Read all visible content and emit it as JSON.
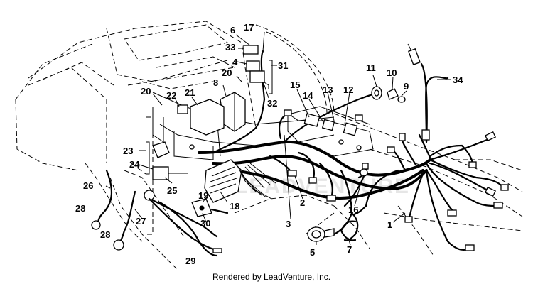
{
  "callouts": {
    "c1": "1",
    "c2": "2",
    "c3": "3",
    "c4": "4",
    "c5": "5",
    "c6": "6",
    "c7": "7",
    "c8": "8",
    "c9": "9",
    "c10": "10",
    "c11": "11",
    "c12": "12",
    "c13": "13",
    "c14": "14",
    "c15": "15",
    "c16": "16",
    "c17": "17",
    "c18": "18",
    "c19": "19",
    "c20a": "20",
    "c20b": "20",
    "c21": "21",
    "c22": "22",
    "c23": "23",
    "c24": "24",
    "c25": "25",
    "c26": "26",
    "c27": "27",
    "c28a": "28",
    "c28b": "28",
    "c29": "29",
    "c30": "30",
    "c31": "31",
    "c32": "32",
    "c33": "33",
    "c34": "34"
  },
  "footer": "Rendered by LeadVenture, Inc.",
  "watermark": "LEADVENTURE"
}
